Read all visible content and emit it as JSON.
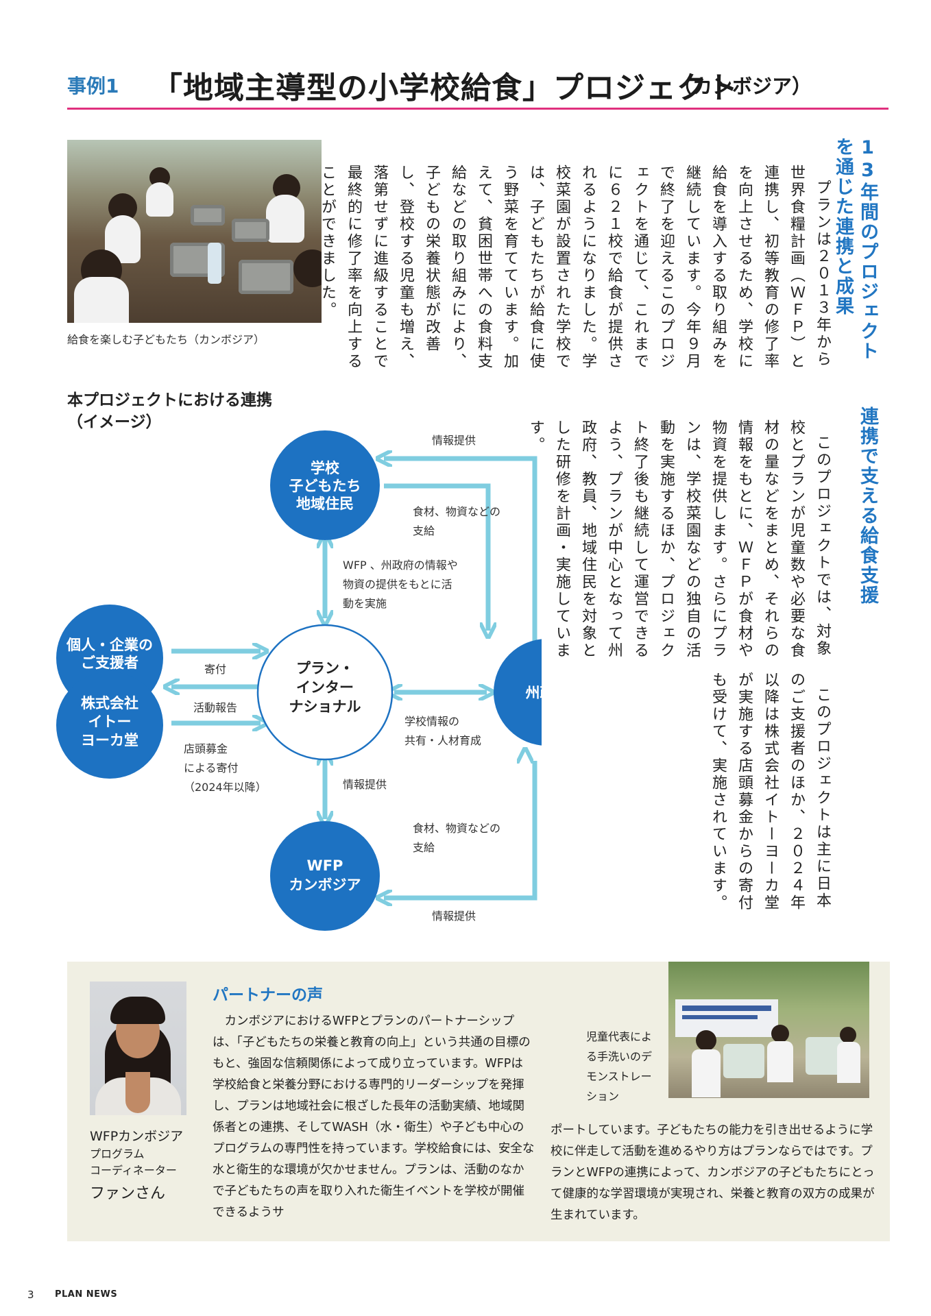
{
  "header": {
    "case_label": "事例1",
    "title": "「地域主導型の小学校給食」プロジェクト",
    "subtitle": "（カンボジア）"
  },
  "photo1": {
    "caption": "給食を楽しむ子どもたち（カンボジア）"
  },
  "section1": {
    "heading": "13年間のプロジェクトを通じた連携と成果",
    "body": "プランは２０１３年から世界食糧計画（ＷＦＰ）と連携し、初等教育の修了率を向上させるため、学校に給食を導入する取り組みを継続しています。今年９月で終了を迎えるこのプロジェクトを通じて、これまでに６２１校で給食が提供されるようになりました。学校菜園が設置された学校では、子どもたちが給食に使う野菜を育てています。加えて、貧困世帯への食料支給などの取り組みにより、子どもの栄養状態が改善し、登校する児童も増え、落第せずに進級することで最終的に修了率を向上することができました。"
  },
  "section2": {
    "heading": "連携で支える給食支援",
    "body1": "このプロジェクトでは、対象校とプランが児童数や必要な食材の量などをまとめ、それらの情報をもとに、ＷＦＰが食材や物資を提供します。さらにプランは、学校菜園などの独自の活動を実施するほか、プロジェクト終了後も継続して運営できるよう、プランが中心となって州政府、教員、地域住民を対象とした研修を計画・実施しています。",
    "body2": "このプロジェクトは主に日本のご支援者のほか、２０２４年以降は株式会社イトーヨーカ堂が実施する店頭募金からの寄付も受けて、実施されています。"
  },
  "diagram": {
    "title_line1": "本プロジェクトにおける連携",
    "title_line2": "（イメージ）",
    "school": [
      "学校",
      "子どもたち",
      "地域住民"
    ],
    "plan": [
      "プラン・",
      "インター",
      "ナショナル"
    ],
    "govt": "州政府",
    "wfp": [
      "WFP",
      "カンボジア"
    ],
    "supporters": [
      "個人・企業の",
      "ご支援者"
    ],
    "ito": [
      "株式会社",
      "イトー",
      "ヨーカ堂"
    ],
    "labels": {
      "info_top": "情報提供",
      "supply_top": [
        "食材、物資などの",
        "支給"
      ],
      "plan_school": [
        "WFP 、州政府の情報や",
        "物資の提供をもとに活",
        "動を実施"
      ],
      "donation": "寄付",
      "report": "活動報告",
      "store": [
        "店頭募金",
        "による寄付",
        "（2024年以降）"
      ],
      "share": [
        "学校情報の",
        "共有・人材育成"
      ],
      "info_mid": "情報提供",
      "supply_bottom": [
        "食材、物資などの",
        "支給"
      ],
      "info_bottom": "情報提供"
    },
    "colors": {
      "node": "#1d72c2",
      "arrow": "#7fcde0"
    }
  },
  "partner": {
    "heading": "パートナーの声",
    "name_line1": "WFPカンボジア",
    "role_line1": "プログラム",
    "role_line2": "コーディネーター",
    "name_line2": "ファンさん",
    "text1": "カンボジアにおけるWFPとプランのパートナーシップは、「子どもたちの栄養と教育の向上」という共通の目標のもと、強固な信頼関係によって成り立っています。WFPは学校給食と栄養分野における専門的リーダーシップを発揮し、プランは地域社会に根ざした長年の活動実績、地域関係者との連携、そしてWASH（水・衛生）や子ども中心のプログラムの専門性を持っています。学校給食には、安全な水と衛生的な環境が欠かせません。プランは、活動のなかで子どもたちの声を取り入れた衛生イベントを学校が開催できるようサ",
    "text2": "ポートしています。子どもたちの能力を引き出せるように学校に伴走して活動を進めるやり方はプランならではです。プランとWFPの連携によって、カンボジアの子どもたちにとって健康的な学習環境が実現され、栄養と教育の双方の成果が生まれています。",
    "photo_caption": "児童代表による手洗いのデモンストレーション"
  },
  "footer": {
    "page": "3",
    "name": "PLAN NEWS"
  }
}
